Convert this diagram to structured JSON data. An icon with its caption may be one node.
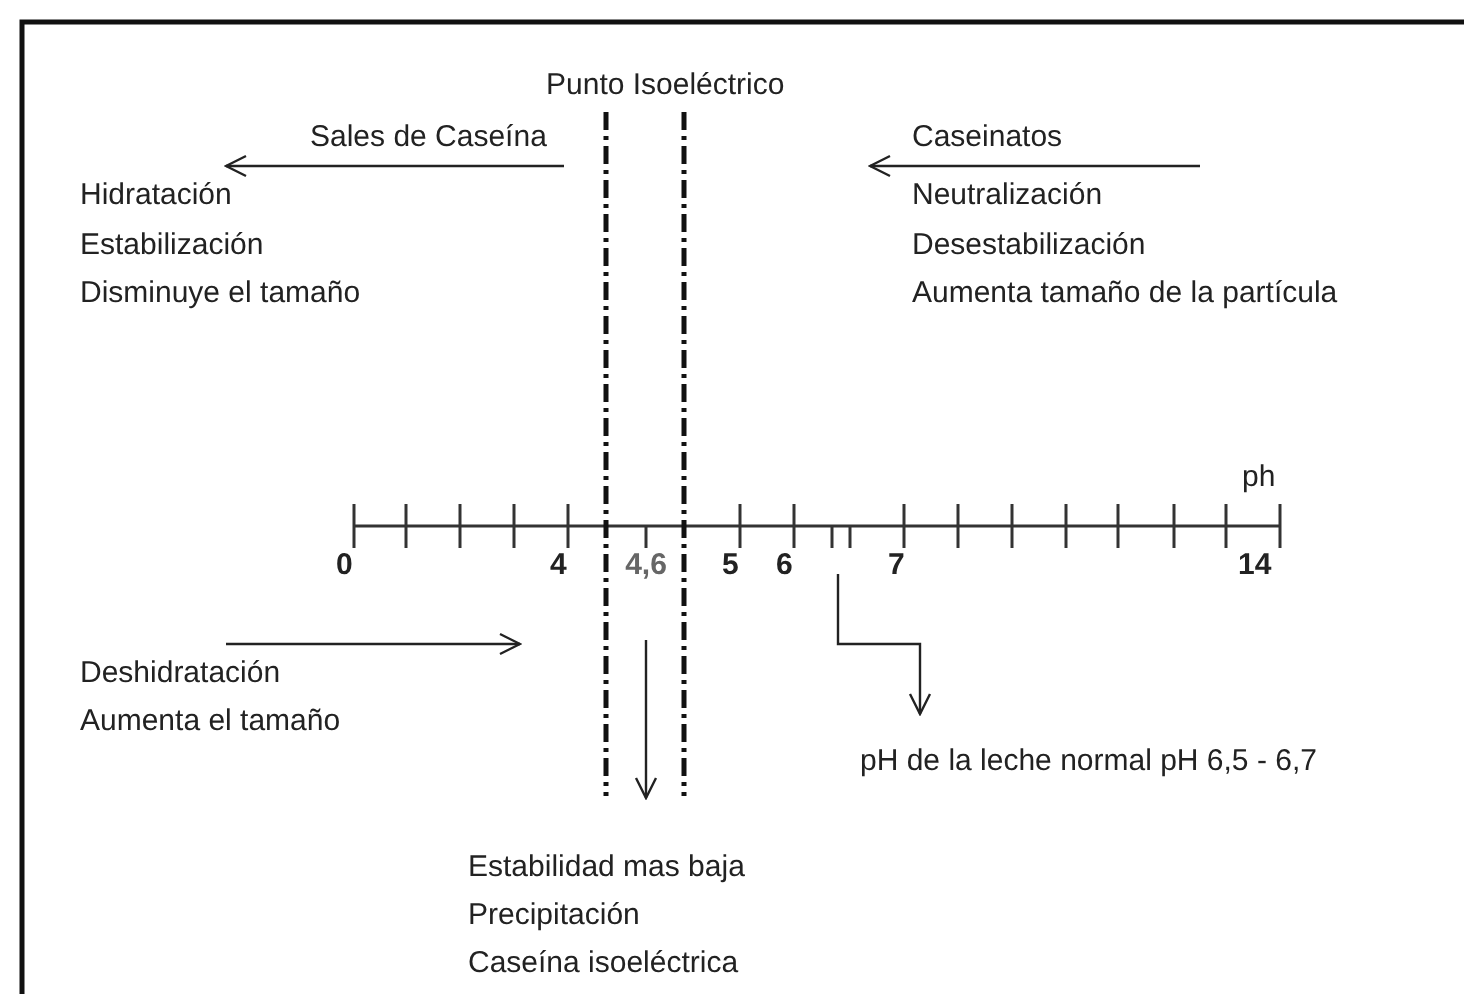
{
  "diagram": {
    "nodes": [
      {
        "text": [
          "Estabilidad mas baja",
          "Precipitación",
          "Caseína isoeléctrica"
        ]
      },
      {
        "text": [
          "pH de la leche normal pH 6,5 - 6,7"
        ]
      }
    ],
    "edges": [
      {
        "from": null,
        "to": 0,
        "arrow": "to"
      },
      {
        "from": null,
        "to": 1,
        "arrow": "to"
      }
    ],
    "labels": [
      "Punto Isoeléctrico",
      "Sales de Caseína",
      "Caseinatos",
      "Hidratación",
      "Neutralización",
      "Estabilización",
      "Desestabilización",
      "Disminuye el tamaño",
      "Aumenta tamaño de la partícula",
      "ph",
      "0",
      "4",
      "4,6",
      "5",
      "6",
      "7",
      "14",
      "Deshidratación",
      "Aumenta el tamaño"
    ]
  }
}
